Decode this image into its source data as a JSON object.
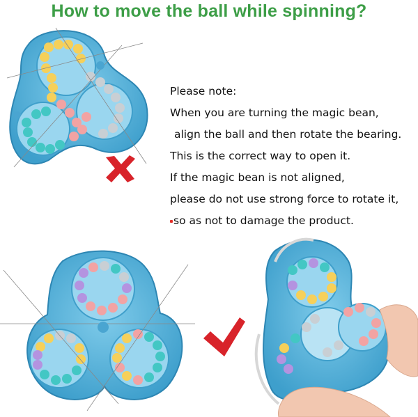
{
  "title": "How to move the ball while spinning?",
  "notes": {
    "heading": "Please note:",
    "lines": [
      "When you are turning the magic bean,",
      "align the ball and then rotate the bearing.",
      "This is the correct way to open it.",
      "If the magic bean is not aligned,",
      "please do not use strong force to rotate it,",
      "so as not to damage the product."
    ]
  },
  "colors": {
    "title": "#3d9e47",
    "toy_body": "#5bb6de",
    "wrong_mark": "#d8232a",
    "correct_mark": "#d8232a"
  },
  "icons": {
    "wrong": "cross-mark-icon",
    "correct": "check-mark-icon"
  }
}
